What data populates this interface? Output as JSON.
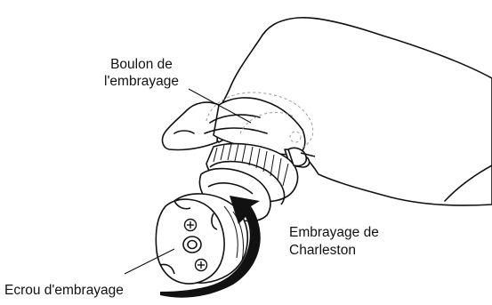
{
  "labels": {
    "clutch_bolt": [
      "Boulon de",
      "l'embrayage"
    ],
    "hihat_clutch": [
      "Embrayage de",
      "Charleston"
    ],
    "clutch_nut": "Ecrou d'embrayage"
  },
  "colors": {
    "ink": "#111111",
    "hidden_line": "#9a9a9a",
    "background": "#ffffff"
  },
  "icons": {
    "arrow": "curved-rotation-arrow",
    "screw": "phillips-screw-icon"
  }
}
